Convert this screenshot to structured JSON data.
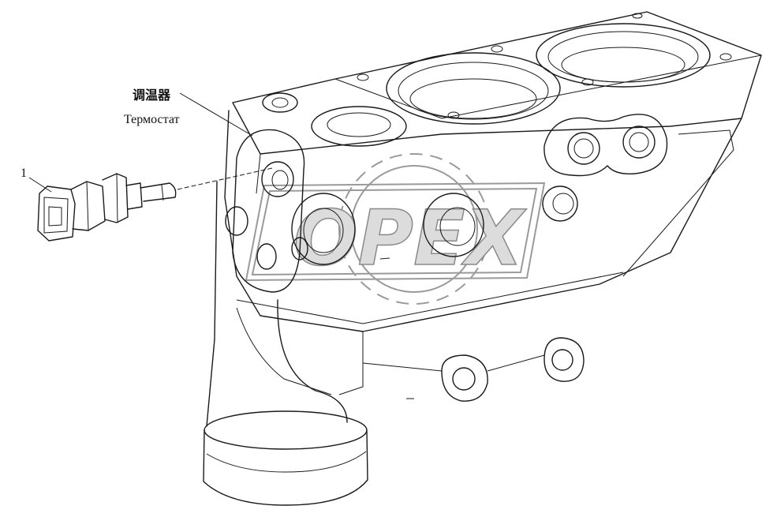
{
  "labels": {
    "part_name_cn": "调温器",
    "part_name_ru": "Термостат",
    "callout_1": "1"
  },
  "watermark": {
    "text": "OPEX"
  },
  "icons": {
    "housing": "thermostat-housing-drawing",
    "sensor": "temperature-sensor-drawing"
  },
  "colors": {
    "line": "#1a1a1a",
    "background": "#ffffff",
    "watermark": "#9a9a9a"
  }
}
